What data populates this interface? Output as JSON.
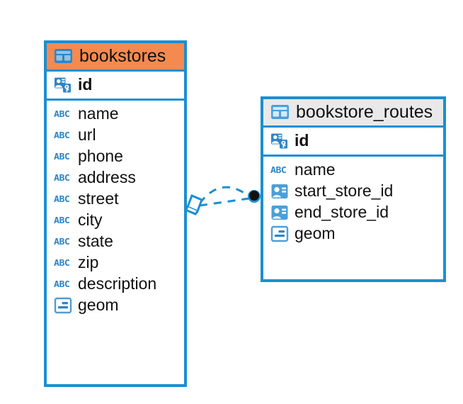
{
  "diagram": {
    "kind": "entity-relationship-diagram",
    "background": "#FFFFFF",
    "accent_color": "#1B8FD1",
    "highlight_header_color": "#F58A50",
    "plain_header_color": "#E9E9E9",
    "icon_blue": "#2E86C8"
  },
  "tables": [
    {
      "id": "bookstores",
      "title": "bookstores",
      "header_icon": "table-grid-icon",
      "header_color": "#F58A50",
      "selected": true,
      "primary_key": {
        "name": "id",
        "icon": "primary-key-icon",
        "type_hint": "pk"
      },
      "fields": [
        {
          "name": "name",
          "icon": "abc-text-icon",
          "icon_label": "ABC",
          "type_hint": "text"
        },
        {
          "name": "url",
          "icon": "abc-text-icon",
          "icon_label": "ABC",
          "type_hint": "text"
        },
        {
          "name": "phone",
          "icon": "abc-text-icon",
          "icon_label": "ABC",
          "type_hint": "text"
        },
        {
          "name": "address",
          "icon": "abc-text-icon",
          "icon_label": "ABC",
          "type_hint": "text"
        },
        {
          "name": "street",
          "icon": "abc-text-icon",
          "icon_label": "ABC",
          "type_hint": "text"
        },
        {
          "name": "city",
          "icon": "abc-text-icon",
          "icon_label": "ABC",
          "type_hint": "text"
        },
        {
          "name": "state",
          "icon": "abc-text-icon",
          "icon_label": "ABC",
          "type_hint": "text"
        },
        {
          "name": "zip",
          "icon": "abc-text-icon",
          "icon_label": "ABC",
          "type_hint": "text"
        },
        {
          "name": "description",
          "icon": "abc-text-icon",
          "icon_label": "ABC",
          "type_hint": "text"
        },
        {
          "name": "geom",
          "icon": "geometry-icon",
          "icon_label": "",
          "type_hint": "geometry"
        }
      ]
    },
    {
      "id": "bookstore_routes",
      "title": "bookstore_routes",
      "header_icon": "table-grid-icon",
      "header_color": "#E9E9E9",
      "selected": false,
      "primary_key": {
        "name": "id",
        "icon": "primary-key-icon",
        "type_hint": "pk"
      },
      "fields": [
        {
          "name": "name",
          "icon": "abc-text-icon",
          "icon_label": "ABC",
          "type_hint": "text"
        },
        {
          "name": "start_store_id",
          "icon": "foreign-key-icon",
          "icon_label": "",
          "type_hint": "fk"
        },
        {
          "name": "end_store_id",
          "icon": "foreign-key-icon",
          "icon_label": "",
          "type_hint": "fk"
        },
        {
          "name": "geom",
          "icon": "geometry-icon",
          "icon_label": "",
          "type_hint": "geometry"
        }
      ]
    }
  ],
  "relationship": {
    "name": "bookstores-to-bookstore-routes",
    "style": "dashed",
    "color": "#1B8FD1",
    "source_marker": "rhombus-marker",
    "target_marker": "filled-circle-marker",
    "branches": 2
  }
}
